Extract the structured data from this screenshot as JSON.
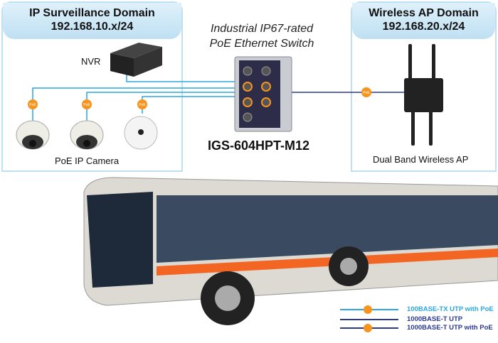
{
  "left_domain": {
    "title": "IP Surveillance Domain",
    "subnet": "192.168.10.x/24",
    "nvr_label": "NVR",
    "camera_label": "PoE IP Camera"
  },
  "switch": {
    "title_line1": "Industrial IP67-rated",
    "title_line2": "PoE Ethernet Switch",
    "model": "IGS-604HPT-M12"
  },
  "right_domain": {
    "title": "Wireless AP Domain",
    "subnet": "192.168.20.x/24",
    "ap_label": "Dual Band Wireless AP"
  },
  "poe_badge": "PoE",
  "legend": [
    {
      "label": "100BASE-TX UTP with PoE",
      "color": "#2aa7e0",
      "poe": true
    },
    {
      "label": "1000BASE-T UTP",
      "color": "#2b3990",
      "poe": false
    },
    {
      "label": "1000BASE-T UTP with PoE",
      "color": "#2b3990",
      "poe": true
    }
  ],
  "colors": {
    "poe_badge": "#f7941d",
    "domain_header": "#bfe0f2",
    "bus_stripe": "#f26522"
  }
}
